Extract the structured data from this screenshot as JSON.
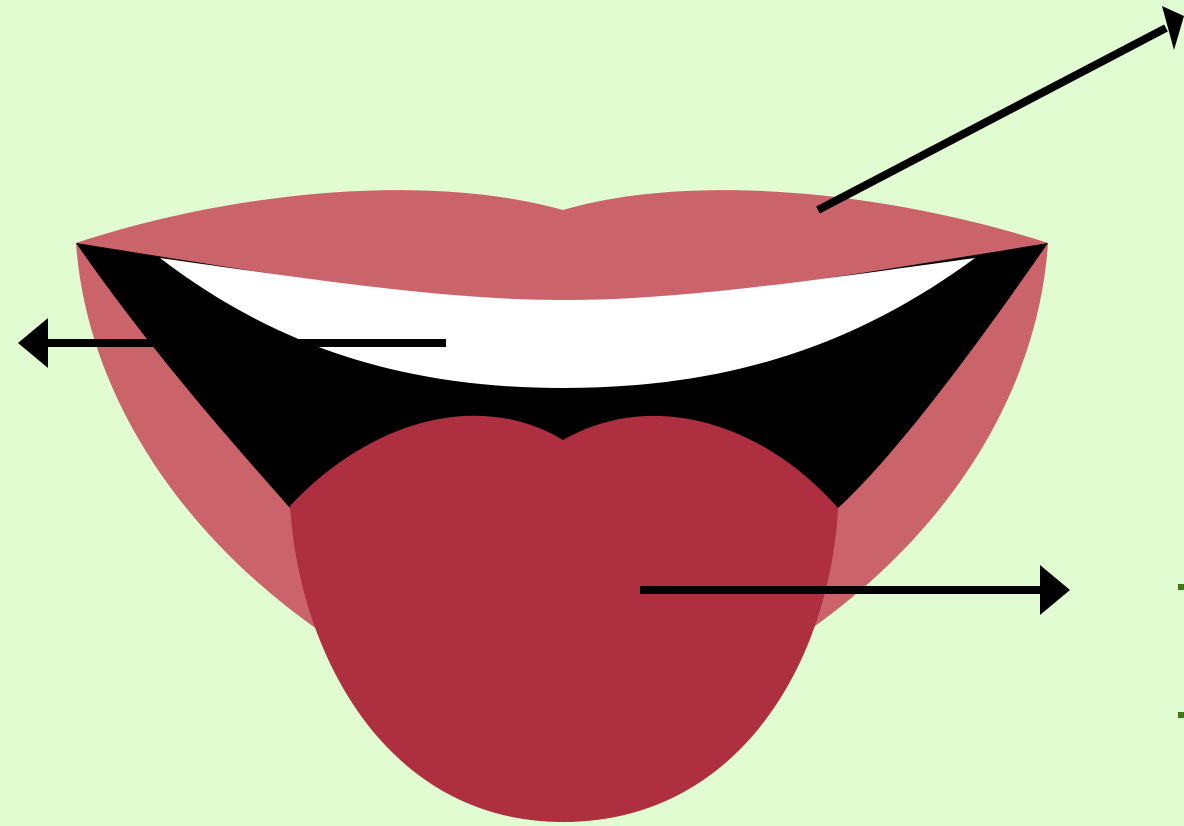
{
  "diagram": {
    "subject": "mouth",
    "parts": [
      {
        "name": "lips",
        "color": "#cb636b"
      },
      {
        "name": "mouth-cavity",
        "color": "#000000"
      },
      {
        "name": "teeth",
        "color": "#ffffff"
      },
      {
        "name": "tongue",
        "color": "#ad2f40"
      }
    ],
    "pointers": [
      {
        "name": "lips-pointer",
        "direction": "up-right"
      },
      {
        "name": "teeth-pointer",
        "direction": "left"
      },
      {
        "name": "tongue-pointer",
        "direction": "right"
      }
    ],
    "edge_marks_color": "#3a7a1a"
  },
  "colors": {
    "background": "#e0fcd0",
    "arrow": "#000000"
  }
}
